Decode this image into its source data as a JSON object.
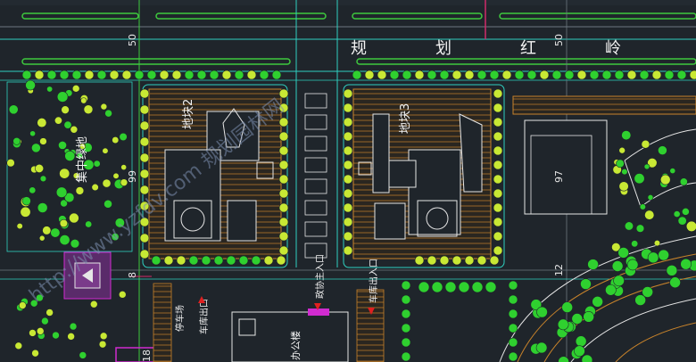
{
  "plots": {
    "plot2": "地块2",
    "plot3": "地块3",
    "green": "集中绿地",
    "office": "办公楼",
    "parking": "停车场"
  },
  "road_name": [
    "规",
    "划",
    "红",
    "岭"
  ],
  "entrances": {
    "main": "政协主入口",
    "car_in_out": "车库出入口",
    "car_in_out_left": "车库出口"
  },
  "dimensions": {
    "d50a": "50",
    "d50b": "50",
    "d99": "99",
    "d97": "97",
    "d12": "12",
    "d8": "8",
    "d18": "18"
  },
  "watermark": "http://www.yzfdv.com 规划园林网",
  "colors": {
    "background": "#1f252b",
    "road_edge": "#2fd0c0",
    "green_strip": "#3ec93e",
    "hatch": "#c8832b",
    "building": "#e6e6e6",
    "axis": "#d02b6a",
    "tree": "#2fd02f",
    "tree_lime": "#c8e834"
  }
}
